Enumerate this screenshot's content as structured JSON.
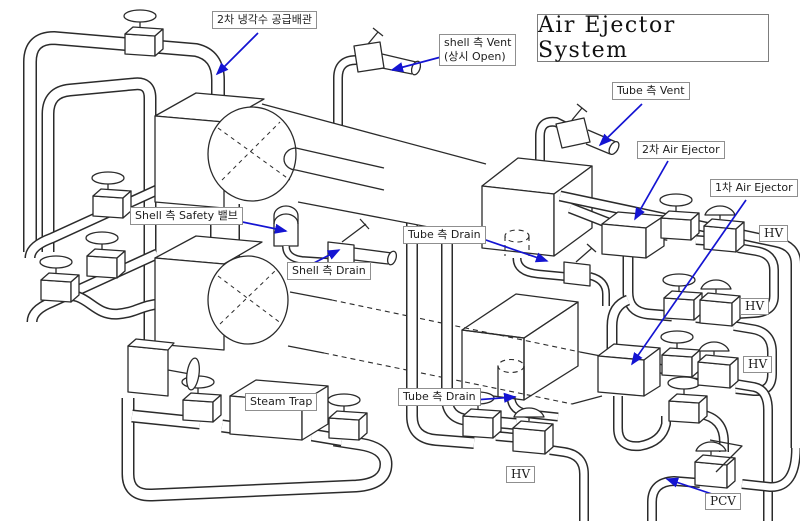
{
  "title": "Air Ejector System",
  "colors": {
    "arrow_blue": "#1414d2",
    "line": "#2b2b2b",
    "label_border": "#8f8f8f",
    "background": "#ffffff"
  },
  "labels": {
    "supply_pipe": "2차 냉각수 공급배관",
    "shell_vent_line1": "shell 측 Vent",
    "shell_vent_line2": "(상시 Open)",
    "tube_vent": "Tube 측 Vent",
    "ejector2": "2차 Air Ejector",
    "ejector1": "1차 Air Ejector",
    "shell_safety": "Shell 측 Safety 밸브",
    "shell_drain": "Shell 측 Drain",
    "tube_drain": "Tube 측 Drain",
    "steam_trap": "Steam Trap",
    "hv": "HV",
    "pcv": "PCV"
  }
}
